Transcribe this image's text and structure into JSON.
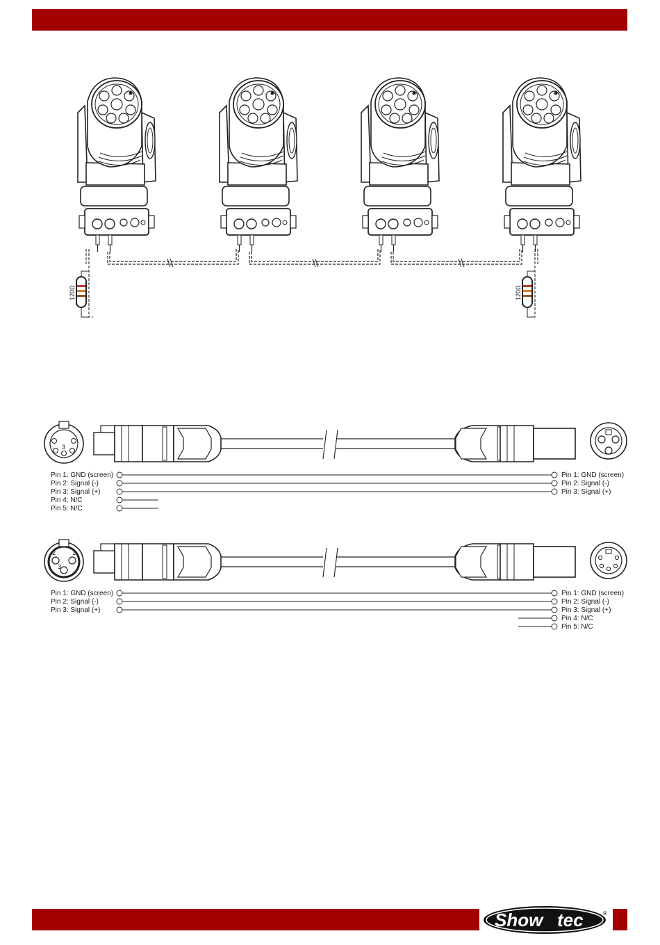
{
  "brand": {
    "name": "Showtec",
    "logo_part_1": "Show",
    "logo_part_2": "tec",
    "registered": "®",
    "accent_color": "#a30000"
  },
  "daisy_chain": {
    "fixture_count": 4,
    "terminator_label": "120Ω"
  },
  "cable_3pin_to_3pin": {
    "left_pins": [
      "Pin 1: GND (screen)",
      "Pin 2: Signal (-)",
      "Pin 3: Signal (+)",
      "Pin 4: N/C",
      "Pin 5: N/C"
    ],
    "right_pins": [
      "Pin 1: GND (screen)",
      "Pin 2: Signal (-)",
      "Pin 3: Signal (+)"
    ]
  },
  "cable_3pin_to_5pin": {
    "left_pins": [
      "Pin 1: GND (screen)",
      "Pin 2: Signal (-)",
      "Pin 3: Signal (+)"
    ],
    "right_pins": [
      "Pin 1: GND (screen)",
      "Pin 2: Signal (-)",
      "Pin 3: Signal (+)",
      "Pin 4: N/C",
      "Pin 5: N/C"
    ]
  },
  "connector_pin_numbers": [
    "1",
    "2",
    "3",
    "4",
    "5"
  ]
}
